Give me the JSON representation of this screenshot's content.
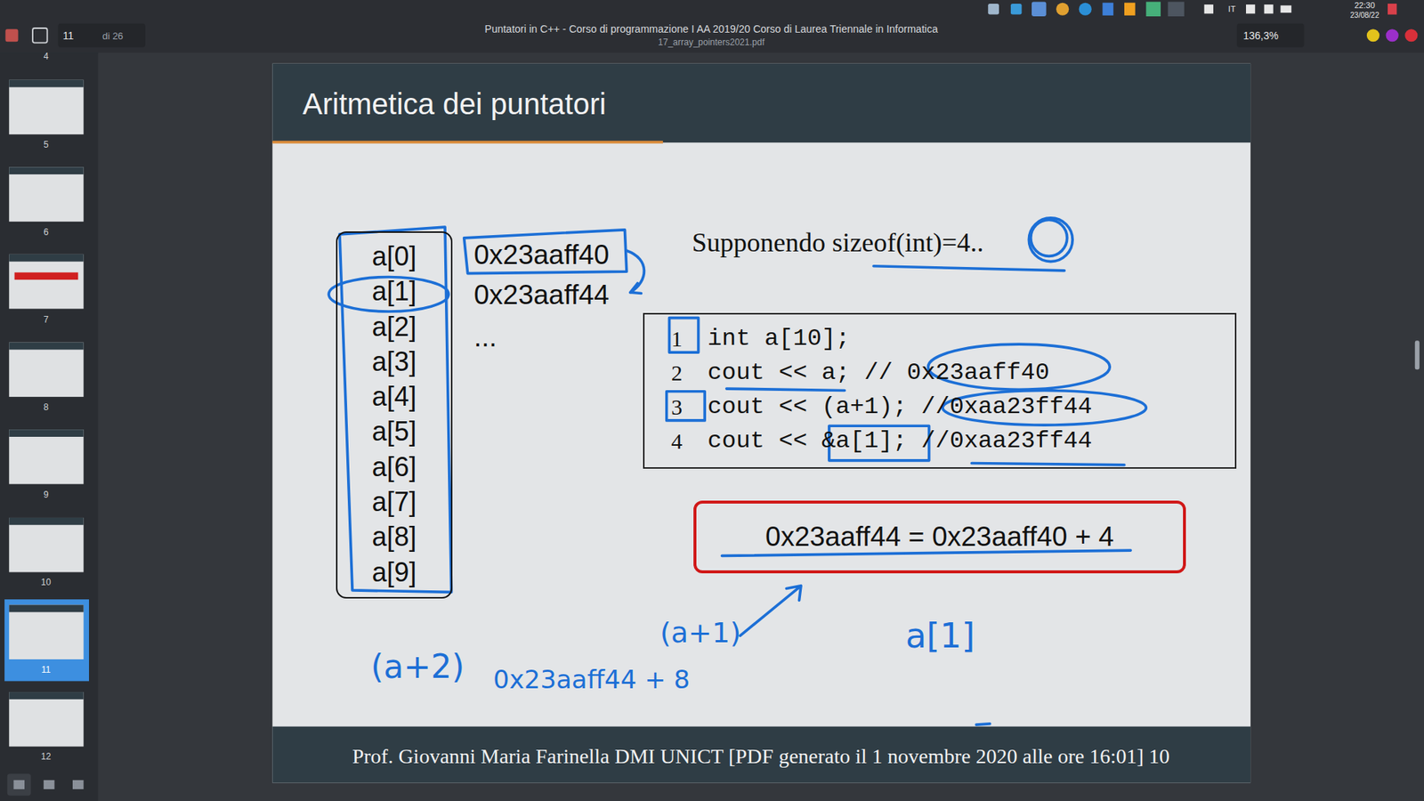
{
  "diagram": {
    "title": "Aritmetica dei puntatori",
    "caption": "Prof. Giovanni Maria Farinella DMI UNICT [PDF generato il 1 novembre 2020 alle ore 16:01] 10",
    "nodes": [
      {
        "text": [
          "a[0]",
          "a[1]",
          "a[2]",
          "a[3]",
          "a[4]",
          "a[5]",
          "a[6]",
          "a[7]",
          "a[8]",
          "a[9]"
        ]
      },
      {
        "text": [
          "1",
          "int a[10];",
          "2",
          "cout << a; // 0x23aaff40",
          "3",
          "cout << (a+1); //0xaa23ff44",
          "4",
          "cout << &a[1]; //0xaa23ff44"
        ]
      },
      {
        "text": [
          "0x23aaff44 = 0x23aaff40 + 4"
        ]
      }
    ],
    "labels": [
      "11",
      "di 26",
      "Puntatori in C++ - Corso di programmazione I AA 2019/20  Corso di Laurea Triennale in Informatica",
      "17_array_pointers2021.pdf",
      "136,3%",
      "IT",
      "22:30",
      "23/08/22",
      "4",
      "5",
      "6",
      "7",
      "8",
      "9",
      "10",
      "11",
      "12",
      "0x23aaff40",
      "0x23aaff44",
      "...",
      "Supponendo sizeof(int)=4..",
      "(a+1)",
      "a[1]",
      "(a+2)",
      "0x23aaff44 + 8"
    ]
  }
}
